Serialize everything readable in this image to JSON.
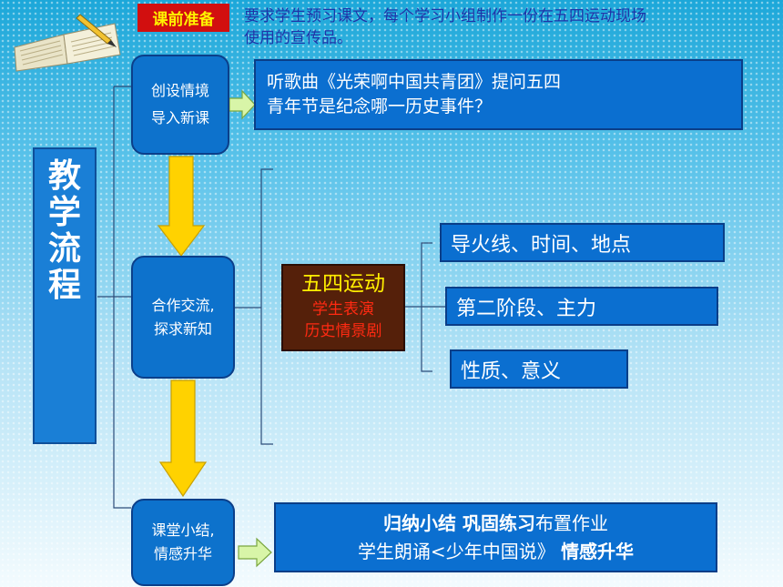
{
  "prep": {
    "tag": "课前准备",
    "line1": "要求学生预习课文，每个学习小组制作一份在五四运动现场",
    "line2": "使用的宣传品。"
  },
  "main_title": [
    "教",
    "学",
    "流",
    "程"
  ],
  "steps": [
    {
      "line1": "创设情境",
      "line2": "导入新课"
    },
    {
      "line1": "合作交流,",
      "line2": "探求新知"
    },
    {
      "line1": "课堂小结,",
      "line2": "情感升华"
    }
  ],
  "intro_box": {
    "line1": "听歌曲《光荣啊中国共青团》提问五四",
    "line2": "青年节是纪念哪一历史事件？"
  },
  "center": {
    "title": "五四运动",
    "sub1": "学生表演",
    "sub2": "历史情景剧"
  },
  "items": [
    "导火线、时间、地点",
    "第二阶段、主力",
    "性质、意义"
  ],
  "final_box": {
    "bold1": "归纳小结 巩固练习",
    "normal1": "布置作业",
    "normal2": "学生朗诵<少年中国说》 ",
    "bold2": "情感升华"
  },
  "colors": {
    "box_blue": "#0b6fd0",
    "tag_red": "#d20f0f",
    "tag_yellow": "#fff200",
    "arrow_yellow": "#ffd200",
    "arrow_green": "#d8f5a8",
    "center_brown": "#55200a"
  },
  "icons": [
    "open-book-icon",
    "down-arrow-icon",
    "right-arrow-icon"
  ]
}
